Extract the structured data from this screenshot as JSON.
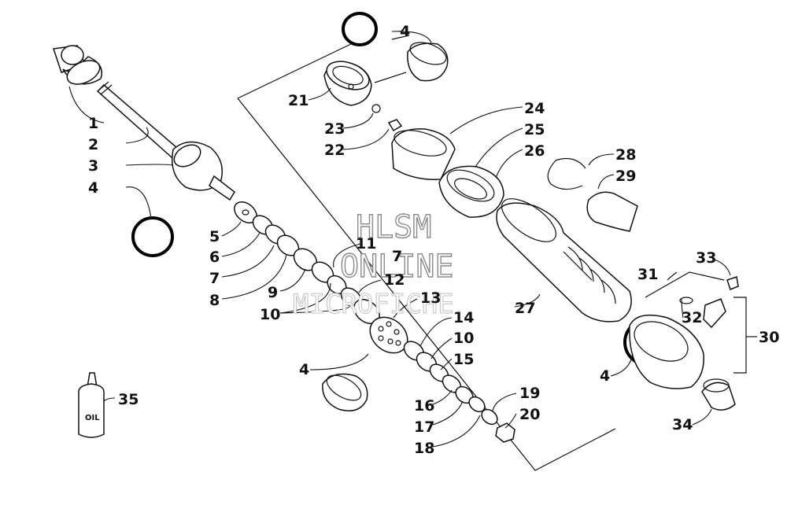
{
  "watermark": {
    "line1": "HLSM",
    "line2": "ONLINE",
    "line3": "MICROFICHE"
  },
  "oil_bottle_label": "OIL",
  "callouts": [
    {
      "id": "c1",
      "text": "1"
    },
    {
      "id": "c2",
      "text": "2"
    },
    {
      "id": "c3",
      "text": "3"
    },
    {
      "id": "c4a",
      "text": "4"
    },
    {
      "id": "c4b",
      "text": "4"
    },
    {
      "id": "c4c",
      "text": "4"
    },
    {
      "id": "c4d",
      "text": "4"
    },
    {
      "id": "c5",
      "text": "5"
    },
    {
      "id": "c6",
      "text": "6"
    },
    {
      "id": "c7a",
      "text": "7"
    },
    {
      "id": "c7b",
      "text": "7"
    },
    {
      "id": "c8",
      "text": "8"
    },
    {
      "id": "c9",
      "text": "9"
    },
    {
      "id": "c10a",
      "text": "10"
    },
    {
      "id": "c10b",
      "text": "10"
    },
    {
      "id": "c11",
      "text": "11"
    },
    {
      "id": "c12",
      "text": "12"
    },
    {
      "id": "c13",
      "text": "13"
    },
    {
      "id": "c14",
      "text": "14"
    },
    {
      "id": "c15",
      "text": "15"
    },
    {
      "id": "c16",
      "text": "16"
    },
    {
      "id": "c17",
      "text": "17"
    },
    {
      "id": "c18",
      "text": "18"
    },
    {
      "id": "c19",
      "text": "19"
    },
    {
      "id": "c20",
      "text": "20"
    },
    {
      "id": "c21",
      "text": "21"
    },
    {
      "id": "c22",
      "text": "22"
    },
    {
      "id": "c23",
      "text": "23"
    },
    {
      "id": "c24",
      "text": "24"
    },
    {
      "id": "c25",
      "text": "25"
    },
    {
      "id": "c26",
      "text": "26"
    },
    {
      "id": "c27",
      "text": "27"
    },
    {
      "id": "c28",
      "text": "28"
    },
    {
      "id": "c29",
      "text": "29"
    },
    {
      "id": "c30",
      "text": "30"
    },
    {
      "id": "c31",
      "text": "31"
    },
    {
      "id": "c32",
      "text": "32"
    },
    {
      "id": "c33",
      "text": "33"
    },
    {
      "id": "c34",
      "text": "34"
    },
    {
      "id": "c35",
      "text": "35"
    }
  ]
}
